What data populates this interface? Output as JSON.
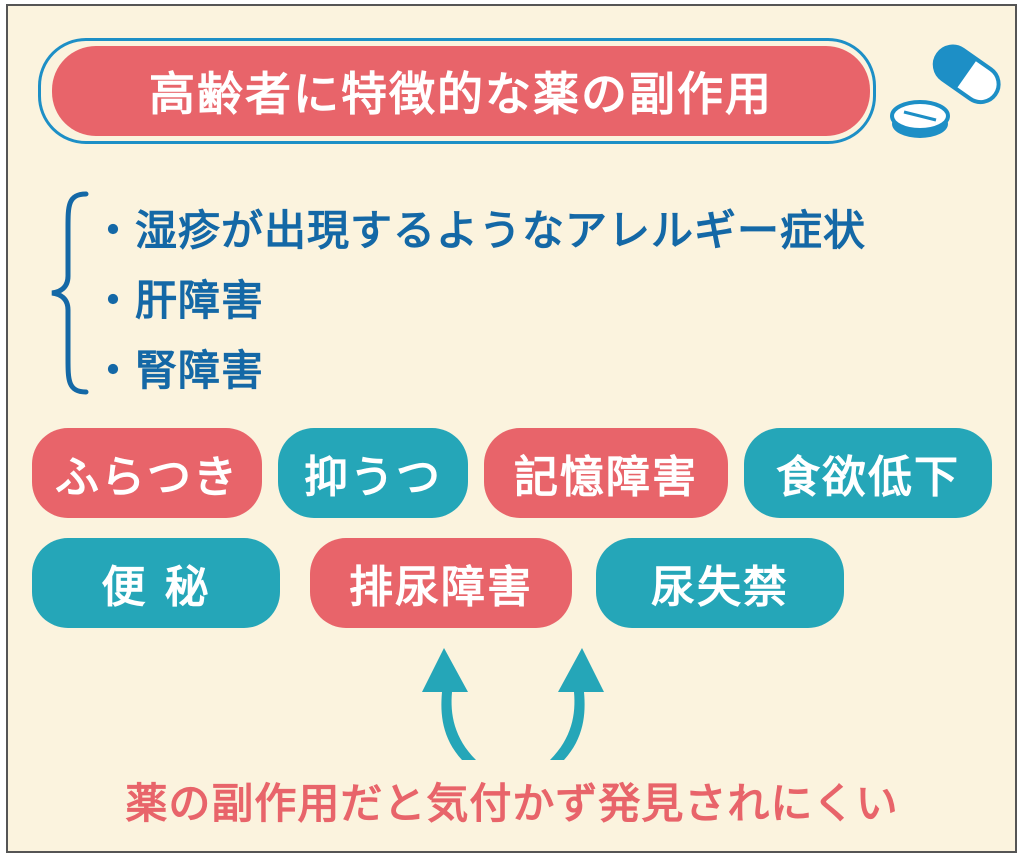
{
  "title": "高齢者に特徴的な薬の副作用",
  "bullets": [
    "・湿疹が出現するようなアレルギー症状",
    "・肝障害",
    "・腎障害"
  ],
  "tags_row1": [
    "ふらつき",
    "抑うつ",
    "記憶障害",
    "食欲低下"
  ],
  "tags_row2": [
    "便 秘",
    "排尿障害",
    "尿失禁"
  ],
  "footer": "薬の副作用だと気付かず発見されにくい",
  "colors": {
    "red": "#e8646a",
    "teal": "#25a6b8",
    "blue": "#1468a6",
    "background": "#fbf3de"
  },
  "icons": {
    "decoration": "pills-icon",
    "brace": "curly-brace-icon",
    "arrows": "up-arrows-icon"
  }
}
